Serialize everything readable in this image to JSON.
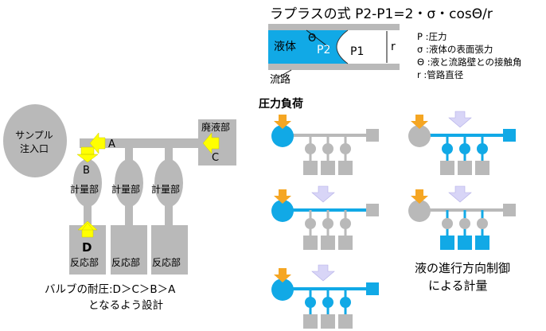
{
  "formula": {
    "title": "ラプラスの式 P2-P1=2・σ・cosΘ/r",
    "liquid_label": "液体",
    "theta_label": "Θ",
    "p2_label": "P2",
    "p1_label": "P1",
    "r_label": "r",
    "channel_label": "流路"
  },
  "legend": {
    "items": [
      "P :圧力",
      "σ :液体の表面張力",
      "Θ :液と流路壁との接触角",
      "r :管路直径"
    ]
  },
  "left_diagram": {
    "sample_inlet": "サンプル\n注入口",
    "waste": "廃液部",
    "label_A": "A",
    "label_B": "B",
    "label_C": "C",
    "label_D": "D",
    "metering": [
      "計量部",
      "計量部",
      "計量部"
    ],
    "reaction": [
      "反応部",
      "反応部",
      "反応部"
    ],
    "caption_line1": "バルブの耐圧:D＞C＞B＞A",
    "caption_line2": "となるよう設計"
  },
  "right_panel": {
    "pressure_title": "圧力負荷",
    "caption_line1": "液の進行方向制御",
    "caption_line2": "による計量"
  },
  "colors": {
    "gray": "#b9b9b9",
    "blue": "#11a9e6",
    "yellow_arrow": "#ffff00",
    "orange_arrow": "#f5a623",
    "lavender_arrow": "#d8d5f7"
  }
}
